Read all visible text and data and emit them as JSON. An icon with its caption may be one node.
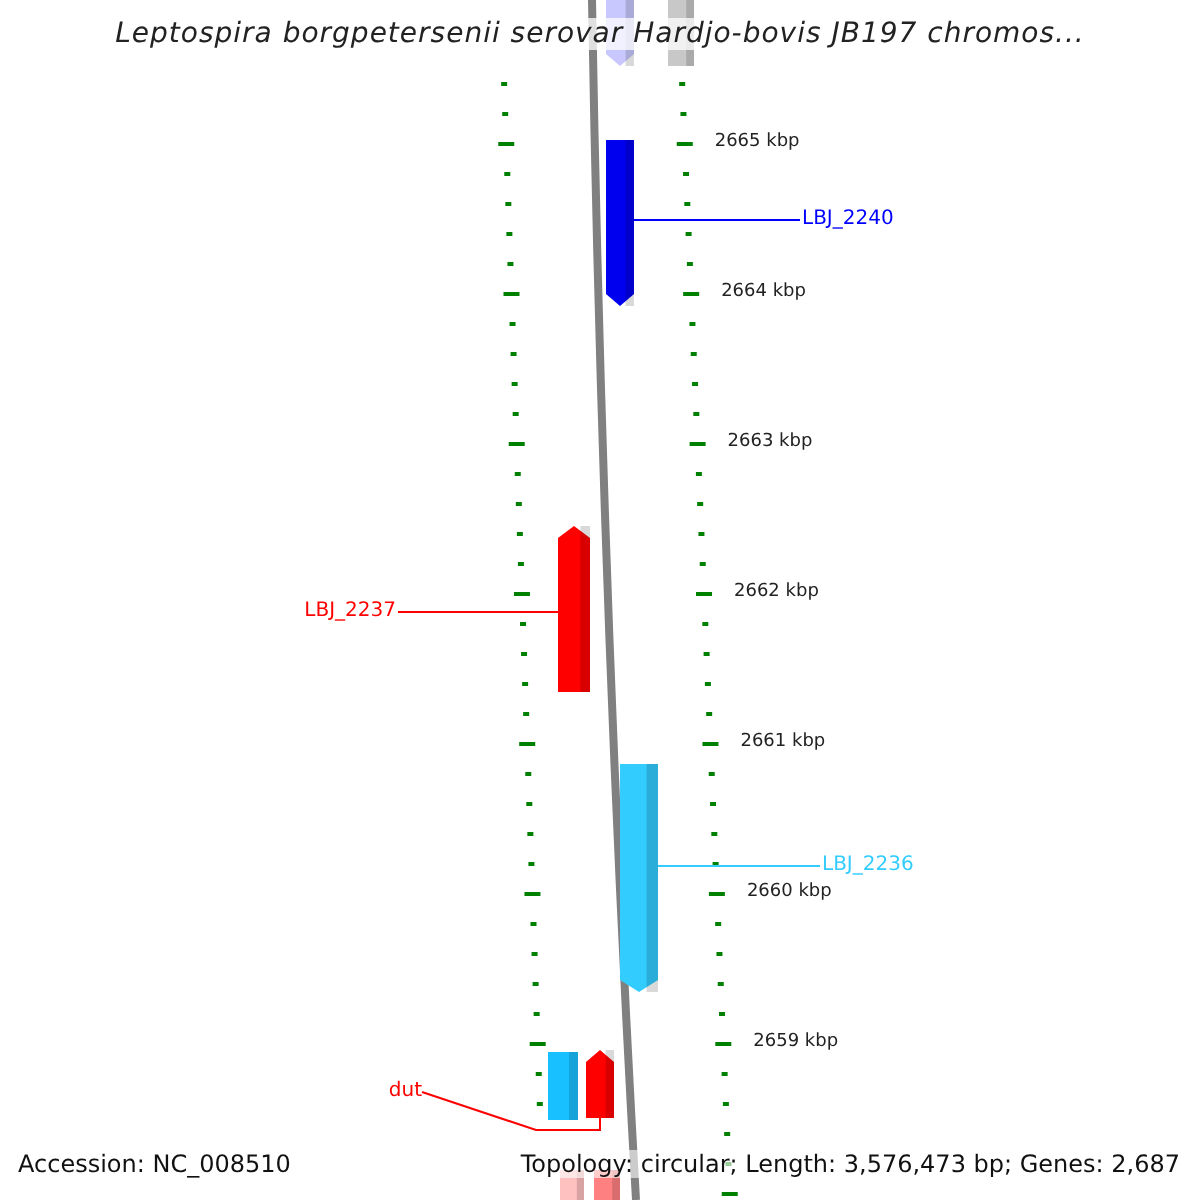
{
  "diagram": {
    "title": "Leptospira borgpetersenii serovar Hardjo-bovis JB197 chromos...",
    "nodes": [
      {
        "text": [],
        "shape": "bar"
      },
      {
        "text": [],
        "shape": "bar"
      },
      {
        "text": [
          "LBJ_2240"
        ]
      },
      {
        "text": [],
        "shape": "bar"
      },
      {
        "text": [
          "LBJ_2237"
        ]
      },
      {
        "text": [],
        "shape": "bar"
      },
      {
        "text": [
          "LBJ_2236"
        ]
      },
      {
        "text": [],
        "shape": "bar"
      },
      {
        "text": [
          "dut"
        ]
      },
      {
        "text": [],
        "shape": "bar"
      },
      {
        "text": [],
        "shape": "bar"
      },
      {
        "text": [],
        "shape": "bar"
      },
      {
        "text": [],
        "shape": "bar"
      }
    ],
    "edges": [
      {
        "from": 2,
        "to": 3,
        "arrow": "none",
        "color": "#0000ff"
      },
      {
        "from": 4,
        "to": 5,
        "arrow": "none"
      },
      {
        "from": 6,
        "to": 7,
        "arrow": "none",
        "color": "#33ccff"
      },
      {
        "from": 8,
        "to": 10,
        "arrow": "none"
      }
    ],
    "labels": [
      "2665 kbp",
      "2664 kbp",
      "2663 kbp",
      "2662 kbp",
      "2661 kbp",
      "2660 kbp",
      "2659 kbp",
      "Accession: NC_008510",
      "Topology: circular; Length: 3,576,473 bp; Genes: 2,687"
    ]
  }
}
